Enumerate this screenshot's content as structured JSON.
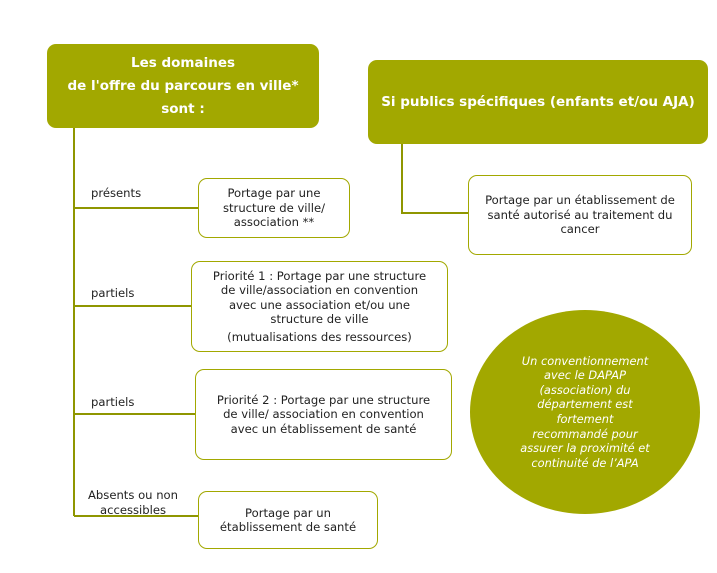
{
  "theme": {
    "accent": "#a2a800",
    "connector": "#8f9600",
    "text": "#222222",
    "on_accent": "#ffffff"
  },
  "left_header": {
    "lines": [
      "Les domaines",
      "de l'offre du parcours en ville*",
      "sont :"
    ]
  },
  "right_header": {
    "text": "Si publics spécifiques (enfants et/ou AJA)"
  },
  "branches": [
    {
      "label": [
        "présents"
      ],
      "box_lines": [
        "Portage par une",
        "structure de ville/",
        "association **"
      ]
    },
    {
      "label": [
        "partiels"
      ],
      "box_lines": [
        "Priorité 1 : Portage par une structure",
        "de ville/association en convention",
        "avec une association et/ou une",
        "structure de ville"
      ],
      "box_note": "(mutualisations des ressources)"
    },
    {
      "label": [
        "partiels"
      ],
      "box_lines": [
        "Priorité 2 : Portage par une  structure",
        "de ville/ association en convention",
        "avec un établissement de santé"
      ]
    },
    {
      "label": [
        "Absents ou non",
        "accessibles"
      ],
      "box_lines": [
        "Portage par un",
        "établissement de santé"
      ]
    }
  ],
  "right_branch": {
    "box_lines": [
      "Portage par un établissement de",
      "santé autorisé au traitement du",
      "cancer"
    ]
  },
  "note": {
    "lines": [
      "Un conventionnement",
      "avec le DAPAP",
      "(association) du",
      "département est",
      "fortement",
      "recommandé pour",
      "assurer la proximité et",
      "continuité de l’APA"
    ]
  }
}
